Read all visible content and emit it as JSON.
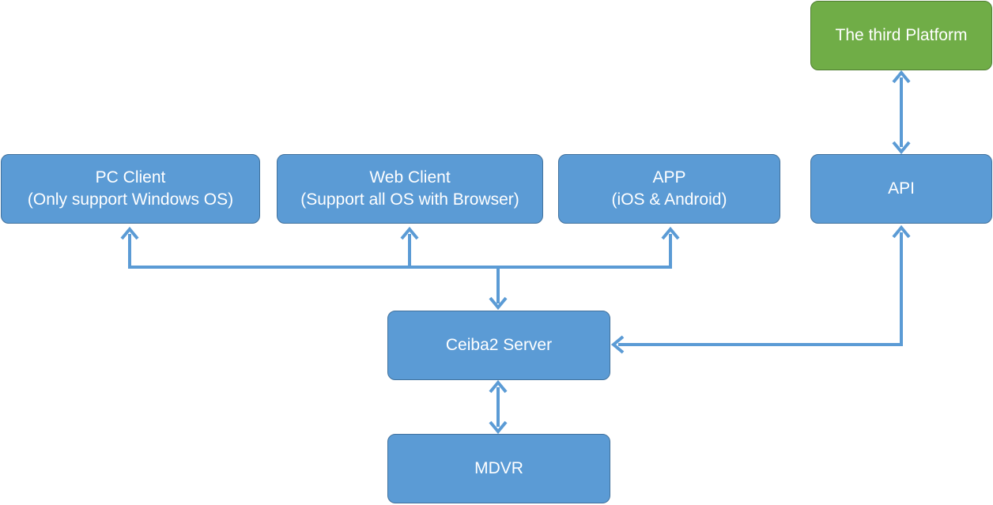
{
  "colors": {
    "box_fill": "#5b9bd5",
    "box_border": "#41719c",
    "platform_fill": "#70ad47",
    "platform_border": "#507e32",
    "arrow": "#5b9bd5",
    "text": "#ffffff"
  },
  "nodes": {
    "third_platform": {
      "line1": "The third Platform"
    },
    "pc_client": {
      "line1": "PC Client",
      "line2": "(Only support Windows OS)"
    },
    "web_client": {
      "line1": "Web Client",
      "line2": "(Support all OS with Browser)"
    },
    "app": {
      "line1": "APP",
      "line2": "(iOS & Android)"
    },
    "api": {
      "line1": "API"
    },
    "ceiba2_server": {
      "line1": "Ceiba2 Server"
    },
    "mdvr": {
      "line1": "MDVR"
    }
  },
  "connections": [
    {
      "from": "third_platform",
      "to": "api",
      "direction": "both"
    },
    {
      "from": "ceiba2_server",
      "to": "pc_client",
      "direction": "forward"
    },
    {
      "from": "ceiba2_server",
      "to": "web_client",
      "direction": "forward"
    },
    {
      "from": "ceiba2_server",
      "to": "app",
      "direction": "forward"
    },
    {
      "from": "clients_bus",
      "to": "ceiba2_server",
      "direction": "forward"
    },
    {
      "from": "api",
      "to": "ceiba2_server",
      "direction": "both"
    },
    {
      "from": "ceiba2_server",
      "to": "mdvr",
      "direction": "both"
    }
  ]
}
